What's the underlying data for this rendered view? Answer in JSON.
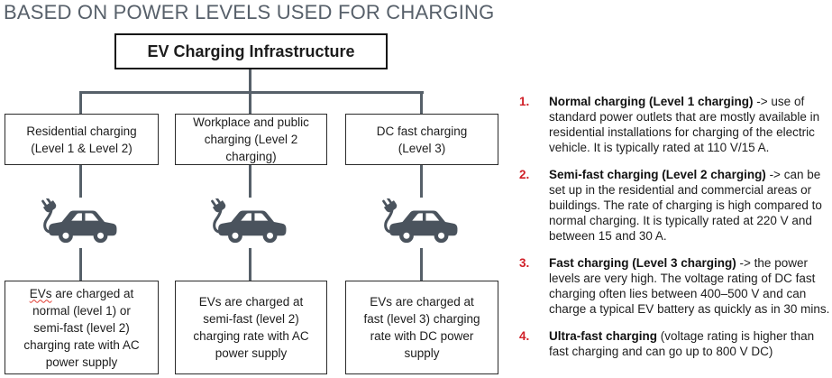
{
  "page": {
    "title": "BASED ON POWER LEVELS USED FOR CHARGING"
  },
  "colors": {
    "title_gray": "#57606a",
    "accent_red": "#d02028",
    "connector_gray": "#566069",
    "car_gray": "#4a535d",
    "squiggle_red": "#e03b30"
  },
  "diagram": {
    "root_label": "EV Charging Infrastructure",
    "car_icon": "ev-car-with-plug-icon",
    "columns": [
      {
        "box_label": "Residential charging\n(Level 1 & Level 2)",
        "desc_word": "EVs",
        "desc_rest": " are charged at\nnormal (level 1) or\nsemi-fast (level 2)\ncharging rate with AC\npower supply"
      },
      {
        "box_label": "Workplace and public\ncharging (Level 2\ncharging)",
        "desc": "EVs are charged at\nsemi-fast (level 2)\ncharging rate with AC\npower supply"
      },
      {
        "box_label": "DC fast charging\n(Level 3)",
        "desc": "EVs are charged at\nfast (level 3) charging\nrate with DC power\nsupply"
      }
    ]
  },
  "legend": {
    "items": [
      {
        "number": "1.",
        "heading": "Normal charging (Level 1 charging)",
        "body": " -> use of standard power outlets that are mostly available in residential installations for charging of the electric vehicle. It is typically rated at 110 V/15 A."
      },
      {
        "number": "2.",
        "heading": "Semi-fast charging (Level 2 charging)",
        "body": " -> can be set up in the residential and commercial areas or buildings. The rate of charging is high compared to normal charging. It is typically rated at 220 V and between 15 and 30 A."
      },
      {
        "number": "3.",
        "heading": "Fast charging (Level 3 charging)",
        "body": " -> the power levels are very high. The voltage rating of DC fast charging often lies between 400–500 V and can charge a typical EV battery as quickly as in 30 mins."
      },
      {
        "number": "4.",
        "heading": "Ultra-fast charging",
        "body": " (voltage rating is higher than fast charging and can go up to 800 V DC)"
      }
    ]
  }
}
